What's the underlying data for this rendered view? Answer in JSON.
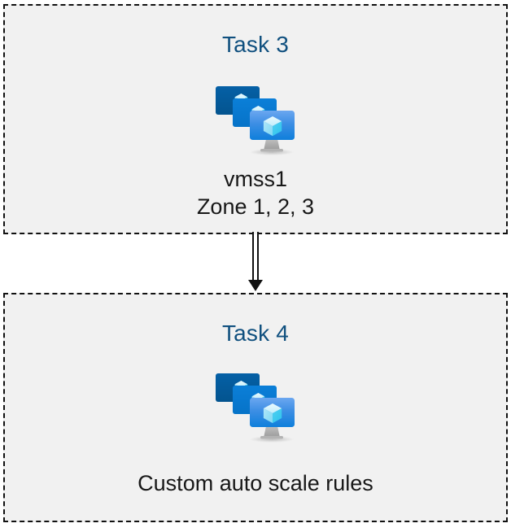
{
  "diagram": {
    "background_color": "#ffffff",
    "box_fill_color": "#f1f1f1",
    "box_border_color": "#111111",
    "title_color": "#10507f",
    "caption_color": "#181818",
    "connector_color": "#111111",
    "boxes": [
      {
        "id": "task3",
        "title": "Task 3",
        "icon": "azure-vm-scale-set-icon",
        "caption_lines": [
          "vmss1",
          "Zone 1, 2, 3"
        ]
      },
      {
        "id": "task4",
        "title": "Task 4",
        "icon": "azure-vm-scale-set-icon",
        "caption_lines": [
          "Custom auto scale rules"
        ]
      }
    ],
    "connector": {
      "from": "task3",
      "to": "task4",
      "style": "double-line-down-arrow",
      "label": ""
    },
    "icon_palette": {
      "monitor_back": "#035A9E",
      "monitor_mid": "#0A7BD4",
      "monitor_front_top": "#5EA0EE",
      "monitor_front_bottom": "#0F83DD",
      "cube_light": "#D7F3FC",
      "cube_mid": "#9AE4F8",
      "cube_dark": "#3FCBF0",
      "stand_gray": "#A8A8A8",
      "shadow_gray": "#C9C9C9"
    }
  }
}
